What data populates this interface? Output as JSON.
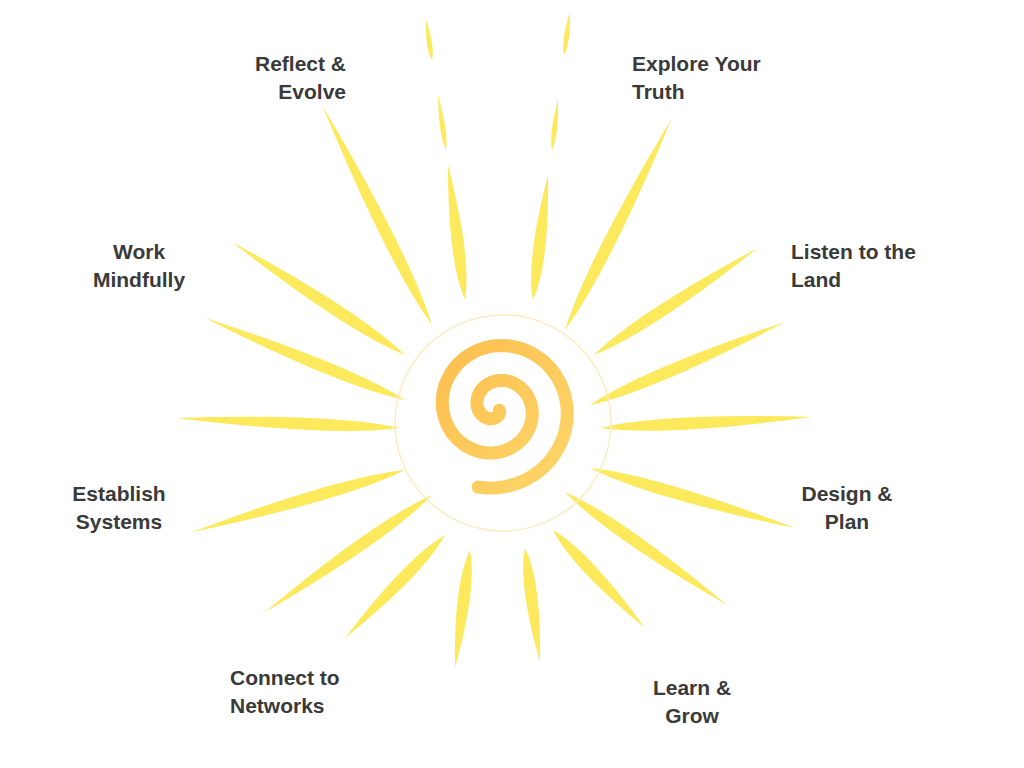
{
  "diagram": {
    "labels": [
      "Reflect & Evolve",
      "Explore Your Truth",
      "Work Mindfully",
      "Listen to the Land",
      "Establish Systems",
      "Design & Plan",
      "Connect to Networks",
      "Learn & Grow"
    ]
  }
}
